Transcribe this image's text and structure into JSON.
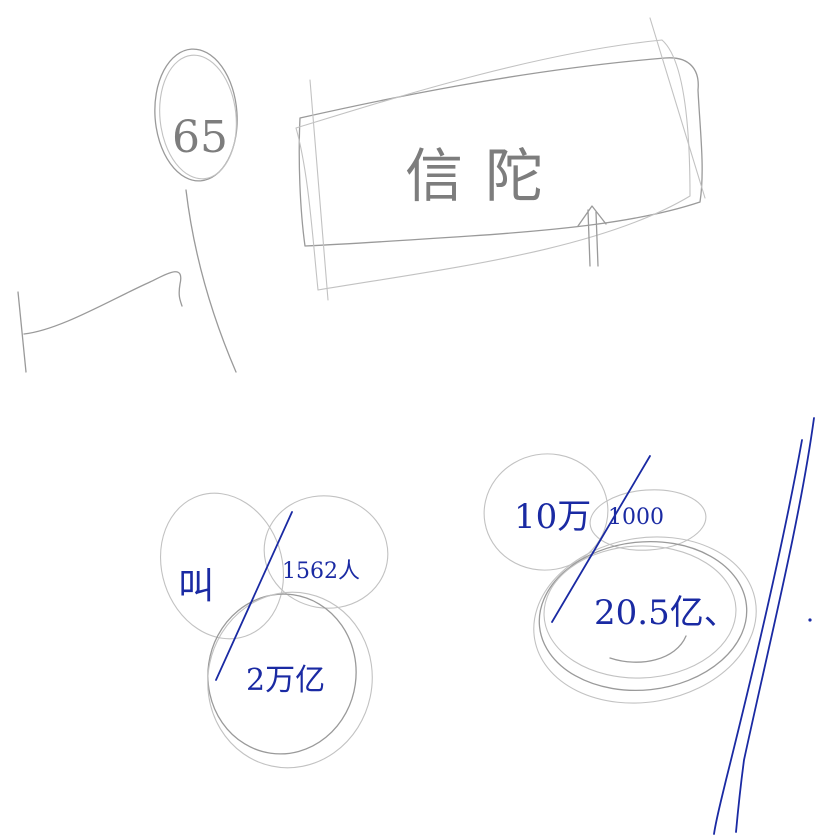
{
  "top_group": {
    "circle_label": "65",
    "box_label": "信陀"
  },
  "bottom_left_group": {
    "left_label": "叫",
    "right_label": "1562人",
    "bottom_label": "2万亿"
  },
  "bottom_right_group": {
    "left_label": "10万",
    "right_label": "1000",
    "bottom_label": "20.5亿、"
  },
  "colors": {
    "pencil": "#9a9a9a",
    "pen": "#1a2aa3",
    "paper": "#ffffff"
  }
}
